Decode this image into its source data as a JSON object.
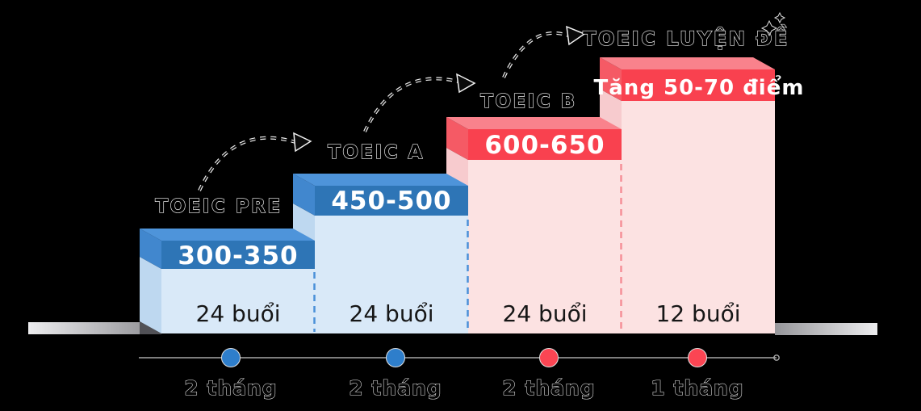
{
  "background_color": "#000000",
  "steps": [
    {
      "title": "TOEIC PRE",
      "band_label": "300-350",
      "sessions": "24 buổi",
      "duration": "2 tháng",
      "theme": "blue"
    },
    {
      "title": "TOEIC A",
      "band_label": "450-500",
      "sessions": "24 buổi",
      "duration": "2 tháng",
      "theme": "blue"
    },
    {
      "title": "TOEIC B",
      "band_label": "600-650",
      "sessions": "24 buổi",
      "duration": "2 tháng",
      "theme": "red"
    },
    {
      "title": "TOEIC LUYỆN ĐỀ",
      "band_label": "Tăng 50-70 điểm",
      "sessions": "12 buổi",
      "duration": "1 tháng",
      "theme": "red"
    }
  ],
  "colors": {
    "blue_band_front": "#2e75b6",
    "blue_top": "#4e94da",
    "blue_band_side": "#4187ce",
    "blue_body_front": "#d9e9f8",
    "blue_body_side": "#bed8f0",
    "red_band_front": "#f9414f",
    "red_top": "#f9828c",
    "red_band_side": "#f55a65",
    "red_body_front": "#fce2e2",
    "red_body_side": "#f7cbce",
    "dashed_blue": "#4a90d8",
    "dashed_red": "#f58f97",
    "dot_blue": "#2e7ecb",
    "dot_red": "#fb4553",
    "timeline_line": "#a8a8a8",
    "shadow": "#515156"
  }
}
